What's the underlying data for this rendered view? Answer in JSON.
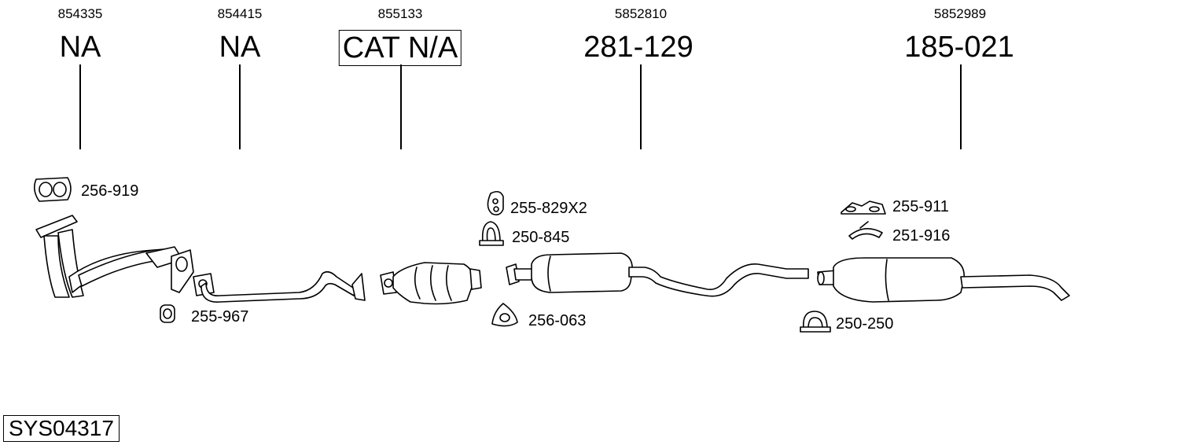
{
  "columns": [
    {
      "oem": "854335",
      "part": "NA"
    },
    {
      "oem": "854415",
      "part": "NA"
    },
    {
      "oem": "855133",
      "part": "CAT N/A"
    },
    {
      "oem": "5852810",
      "part": "281-129"
    },
    {
      "oem": "5852989",
      "part": "185-021"
    }
  ],
  "accessories": {
    "gasket_manifold": "256-919",
    "mount_rubber": "255-967",
    "hanger_rubber": "255-829X2",
    "clamp_front": "250-845",
    "gasket_flange": "256-063",
    "bracket_rear": "255-911",
    "strap_rear": "251-916",
    "clamp_rear": "250-250"
  },
  "system_code": "SYS04317"
}
